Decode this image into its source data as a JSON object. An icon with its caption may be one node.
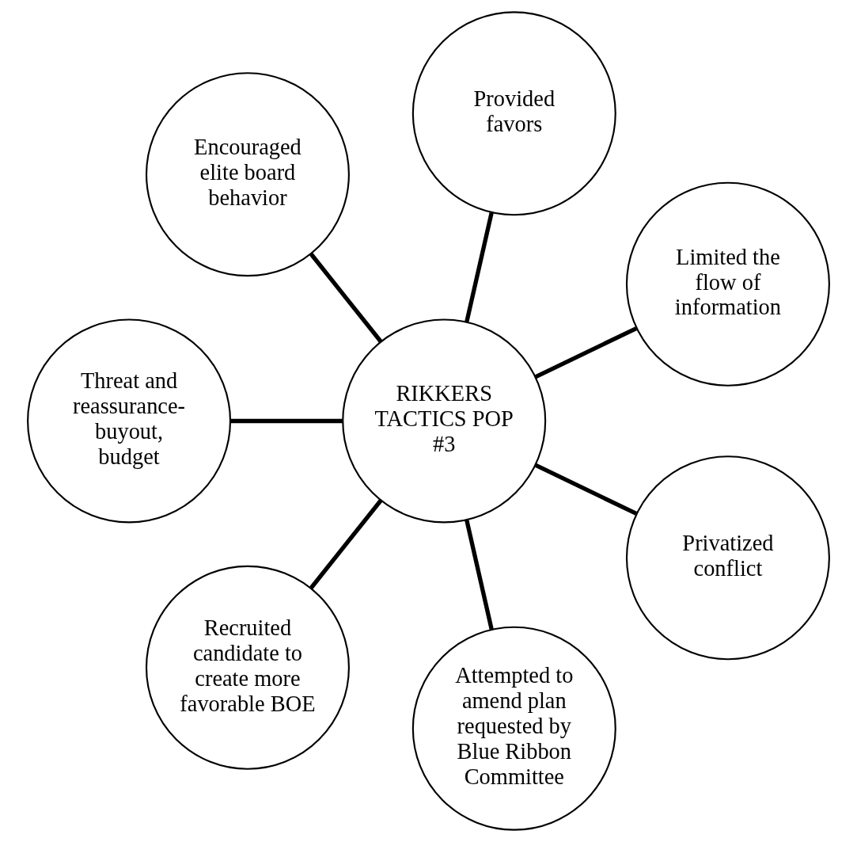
{
  "diagram": {
    "nodes": [
      {
        "text": [
          "RIKKERS TACTICS POP #3"
        ]
      },
      {
        "text": [
          "Limited the flow of information"
        ]
      },
      {
        "text": [
          "Provided favors"
        ]
      },
      {
        "text": [
          "Encouraged elite board behavior"
        ]
      },
      {
        "text": [
          "Threat and reassurance- buyout, budget"
        ]
      },
      {
        "text": [
          "Recruited candidate to create more favorable BOE"
        ]
      },
      {
        "text": [
          "Attempted to amend plan requested by Blue Ribbon Committee"
        ]
      },
      {
        "text": [
          "Privatized conflict"
        ]
      }
    ],
    "edges": [
      {
        "from": 0,
        "to": 1,
        "arrow": "none"
      },
      {
        "from": 0,
        "to": 2,
        "arrow": "none"
      },
      {
        "from": 0,
        "to": 3,
        "arrow": "none"
      },
      {
        "from": 0,
        "to": 4,
        "arrow": "none"
      },
      {
        "from": 0,
        "to": 5,
        "arrow": "none"
      },
      {
        "from": 0,
        "to": 6,
        "arrow": "none"
      },
      {
        "from": 0,
        "to": 7,
        "arrow": "none"
      }
    ]
  }
}
